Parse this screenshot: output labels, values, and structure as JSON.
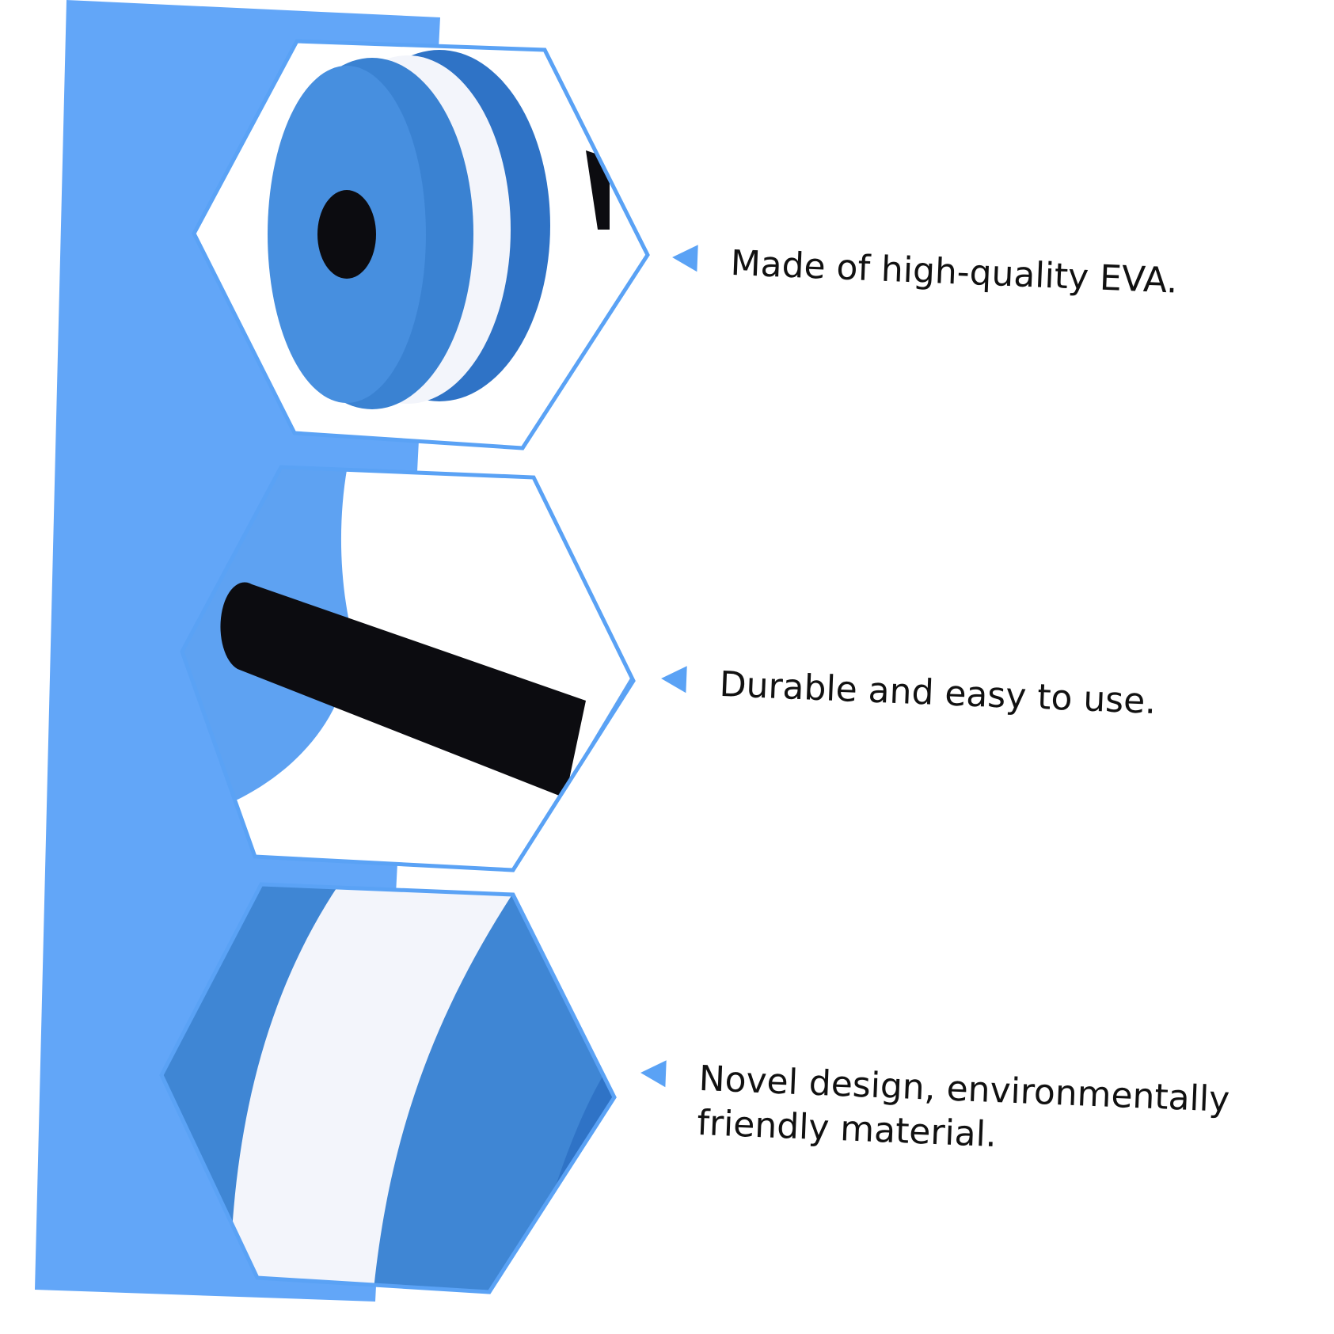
{
  "colors": {
    "accent_blue": "#5aa2f5",
    "foam_blue": "#3f86d4",
    "foam_white": "#f3f5fb",
    "handle_black": "#0c0c10",
    "text": "#111111"
  },
  "features": [
    {
      "text": "Made of high-quality EVA.",
      "icon": "triangle-pointer-icon"
    },
    {
      "text": "Durable and easy to use.",
      "icon": "triangle-pointer-icon"
    },
    {
      "lines": [
        "Novel design, environmentally",
        "friendly material."
      ],
      "icon": "triangle-pointer-icon"
    }
  ]
}
